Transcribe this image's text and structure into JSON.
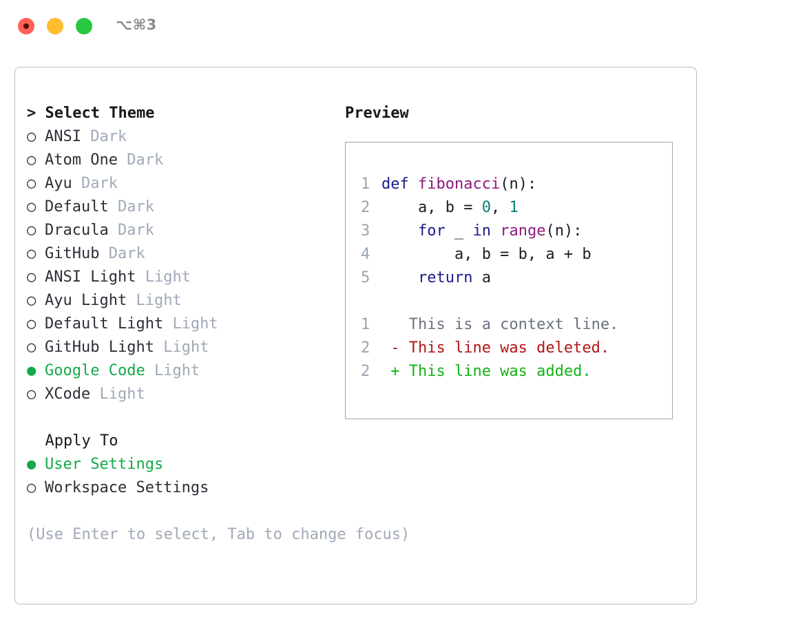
{
  "window": {
    "shortcut_badge": "⌥⌘3",
    "traffic_lights": [
      {
        "name": "close",
        "color": "#ff6057"
      },
      {
        "name": "minimize",
        "color": "#febc2e"
      },
      {
        "name": "maximize",
        "color": "#28c840"
      }
    ]
  },
  "theme_picker": {
    "header": "> Select Theme",
    "items": [
      {
        "marker": "○",
        "label": "ANSI",
        "tag": "Dark",
        "selected": false
      },
      {
        "marker": "○",
        "label": "Atom One",
        "tag": "Dark",
        "selected": false
      },
      {
        "marker": "○",
        "label": "Ayu",
        "tag": "Dark",
        "selected": false
      },
      {
        "marker": "○",
        "label": "Default",
        "tag": "Dark",
        "selected": false
      },
      {
        "marker": "○",
        "label": "Dracula",
        "tag": "Dark",
        "selected": false
      },
      {
        "marker": "○",
        "label": "GitHub",
        "tag": "Dark",
        "selected": false
      },
      {
        "marker": "○",
        "label": "ANSI Light",
        "tag": "Light",
        "selected": false
      },
      {
        "marker": "○",
        "label": "Ayu Light",
        "tag": "Light",
        "selected": false
      },
      {
        "marker": "○",
        "label": "Default Light",
        "tag": "Light",
        "selected": false
      },
      {
        "marker": "○",
        "label": "GitHub Light",
        "tag": "Light",
        "selected": false
      },
      {
        "marker": "●",
        "label": "Google Code",
        "tag": "Light",
        "selected": true
      },
      {
        "marker": "○",
        "label": "XCode",
        "tag": "Light",
        "selected": false
      }
    ]
  },
  "apply_to": {
    "header": "  Apply To",
    "items": [
      {
        "marker": "●",
        "label": "User Settings",
        "selected": true
      },
      {
        "marker": "○",
        "label": "Workspace Settings",
        "selected": false
      }
    ]
  },
  "hint": "(Use Enter to select, Tab to change focus)",
  "preview": {
    "title": "Preview",
    "code_lines": [
      {
        "ln": "1",
        "tokens": [
          {
            "t": "def ",
            "c": "kw"
          },
          {
            "t": "fibonacci",
            "c": "fn"
          },
          {
            "t": "(n):",
            "c": ""
          }
        ]
      },
      {
        "ln": "2",
        "tokens": [
          {
            "t": "    a, b = ",
            "c": ""
          },
          {
            "t": "0",
            "c": "num"
          },
          {
            "t": ", ",
            "c": ""
          },
          {
            "t": "1",
            "c": "num"
          }
        ]
      },
      {
        "ln": "3",
        "tokens": [
          {
            "t": "    ",
            "c": ""
          },
          {
            "t": "for",
            "c": "kw"
          },
          {
            "t": " _ ",
            "c": ""
          },
          {
            "t": "in",
            "c": "kw"
          },
          {
            "t": " ",
            "c": ""
          },
          {
            "t": "range",
            "c": "fn"
          },
          {
            "t": "(n):",
            "c": ""
          }
        ]
      },
      {
        "ln": "4",
        "tokens": [
          {
            "t": "        a, b = b, a + b",
            "c": ""
          }
        ]
      },
      {
        "ln": "5",
        "tokens": [
          {
            "t": "    ",
            "c": ""
          },
          {
            "t": "return",
            "c": "kw"
          },
          {
            "t": " a",
            "c": ""
          }
        ]
      }
    ],
    "diff_lines": [
      {
        "ln": "1",
        "tokens": [
          {
            "t": "   This is a context line.",
            "c": "ctx"
          }
        ]
      },
      {
        "ln": "2",
        "tokens": [
          {
            "t": " - This line was deleted.",
            "c": "del"
          }
        ]
      },
      {
        "ln": "2",
        "tokens": [
          {
            "t": " + This line was added.",
            "c": "add"
          }
        ]
      }
    ]
  },
  "colors": {
    "accent_green": "#13a94a",
    "muted": "#a0a9b8",
    "keyword": "#1a1a8c",
    "function": "#8c1a7d",
    "number": "#0b7d78",
    "diff_added": "#12b312",
    "diff_deleted": "#b31414",
    "border": "#b3bcc9"
  }
}
